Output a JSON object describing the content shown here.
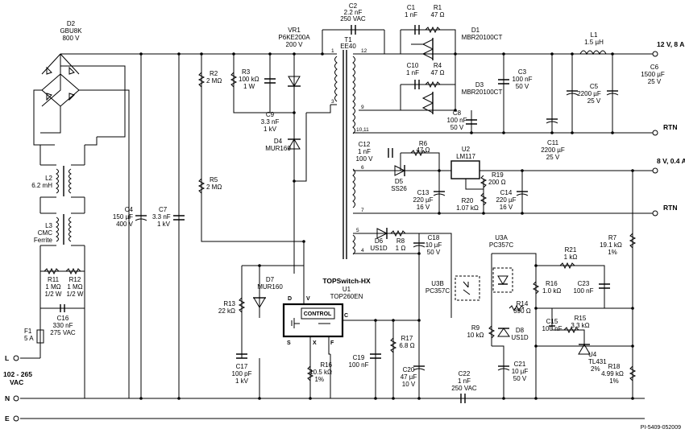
{
  "footer_id": "PI-5409-052009",
  "terminals": {
    "out12": "12 V, 8 A",
    "rtn1": "RTN",
    "out8": "8 V, 0.4 A",
    "rtn2": "RTN",
    "L": "L",
    "N": "N",
    "E": "E",
    "vac1": "102 - 265",
    "vac2": "VAC"
  },
  "components": {
    "D2": [
      "D2",
      "GBU8K",
      "800 V"
    ],
    "L2": [
      "L2",
      "6.2 mH"
    ],
    "L3": [
      "L3",
      "CMC",
      "Ferrite"
    ],
    "R11": [
      "R11",
      "1 MΩ",
      "1/2 W"
    ],
    "R12": [
      "R12",
      "1 MΩ",
      "1/2 W"
    ],
    "C16": [
      "C16",
      "330 nF",
      "275 VAC"
    ],
    "F1": [
      "F1",
      "5 A"
    ],
    "C4": [
      "C4",
      "150 µF",
      "400 V"
    ],
    "C7": [
      "C7",
      "3.3 nF",
      "1 kV"
    ],
    "R2": [
      "R2",
      "2 MΩ"
    ],
    "R5": [
      "R5",
      "2 MΩ"
    ],
    "R3": [
      "R3",
      "100 kΩ",
      "1 W"
    ],
    "C9": [
      "C9",
      "3.3 nF",
      "1 kV"
    ],
    "VR1": [
      "VR1",
      "P6KE200A",
      "200 V"
    ],
    "D4": [
      "D4",
      "MUR160"
    ],
    "C2": [
      "C2",
      "2.2 nF",
      "250 VAC"
    ],
    "T1": [
      "T1",
      "EE40"
    ],
    "C1": [
      "C1",
      "1 nF"
    ],
    "R1": [
      "R1",
      "47 Ω"
    ],
    "D1": [
      "D1",
      "MBR20100CT"
    ],
    "C10": [
      "C10",
      "1 nF"
    ],
    "R4": [
      "R4",
      "47 Ω"
    ],
    "D3": [
      "D3",
      "MBR20100CT"
    ],
    "C8": [
      "C8",
      "100 nF",
      "50 V"
    ],
    "C3": [
      "C3",
      "100 nF",
      "50 V"
    ],
    "L1": [
      "L1",
      "1.5 µH"
    ],
    "C5": [
      "C5",
      "2200 µF",
      "25 V"
    ],
    "C6": [
      "C6",
      "1500 µF",
      "25 V"
    ],
    "C11": [
      "C11",
      "2200 µF",
      "25 V"
    ],
    "C12": [
      "C12",
      "1 nF",
      "100 V"
    ],
    "R6": [
      "R6",
      "47 Ω"
    ],
    "D5": [
      "D5",
      "SS26"
    ],
    "U2": [
      "U2",
      "LM117"
    ],
    "R19": [
      "R19",
      "200 Ω"
    ],
    "C13": [
      "C13",
      "220 µF",
      "16 V"
    ],
    "R20": [
      "R20",
      "1.07 kΩ"
    ],
    "C14": [
      "C14",
      "220 µF",
      "16 V"
    ],
    "D6": [
      "D6",
      "US1D"
    ],
    "R8": [
      "R8",
      "1 Ω"
    ],
    "C18": [
      "C18",
      "10 µF",
      "50 V"
    ],
    "U3B": [
      "U3B",
      "PC357C"
    ],
    "U3A": [
      "U3A",
      "PC357C"
    ],
    "R7": [
      "R7",
      "19.1 kΩ",
      "1%"
    ],
    "R21": [
      "R21",
      "1 kΩ"
    ],
    "R16a": [
      "R16",
      "1.0 kΩ"
    ],
    "C23": [
      "C23",
      "100 nF"
    ],
    "R14": [
      "R14",
      "390 Ω"
    ],
    "C15": [
      "C15",
      "100 nF"
    ],
    "R15": [
      "R15",
      "3.3 kΩ"
    ],
    "R9": [
      "R9",
      "10 kΩ"
    ],
    "D8": [
      "D8",
      "US1D"
    ],
    "U4": [
      "U4",
      "TL431",
      "2%"
    ],
    "C21": [
      "C21",
      "10 µF",
      "50 V"
    ],
    "R18": [
      "R18",
      "4.99 kΩ",
      "1%"
    ],
    "C22": [
      "C22",
      "1 nF",
      "250 VAC"
    ],
    "D7": [
      "D7",
      "MUR160"
    ],
    "R13": [
      "R13",
      "22 kΩ"
    ],
    "C17": [
      "C17",
      "100 pF",
      "1 kV"
    ],
    "R16b": [
      "R16",
      "10.5 kΩ",
      "1%"
    ],
    "C19": [
      "C19",
      "100 nF"
    ],
    "R17": [
      "R17",
      "6.8 Ω"
    ],
    "C20": [
      "C20",
      "47 µF",
      "10 V"
    ],
    "U1": [
      "TOPSwitch-HX",
      "U1",
      "TOP260EN"
    ]
  },
  "ic": {
    "control": "CONTROL",
    "pins": {
      "D": "D",
      "V": "V",
      "C": "C",
      "S": "S",
      "X": "X",
      "F": "F"
    }
  },
  "transformer_pins": {
    "p1": "1",
    "p3": "3",
    "p12": "12",
    "p9": "9",
    "p10": "10,11",
    "p6": "6",
    "p7": "7",
    "p5": "5",
    "p4": "4"
  }
}
